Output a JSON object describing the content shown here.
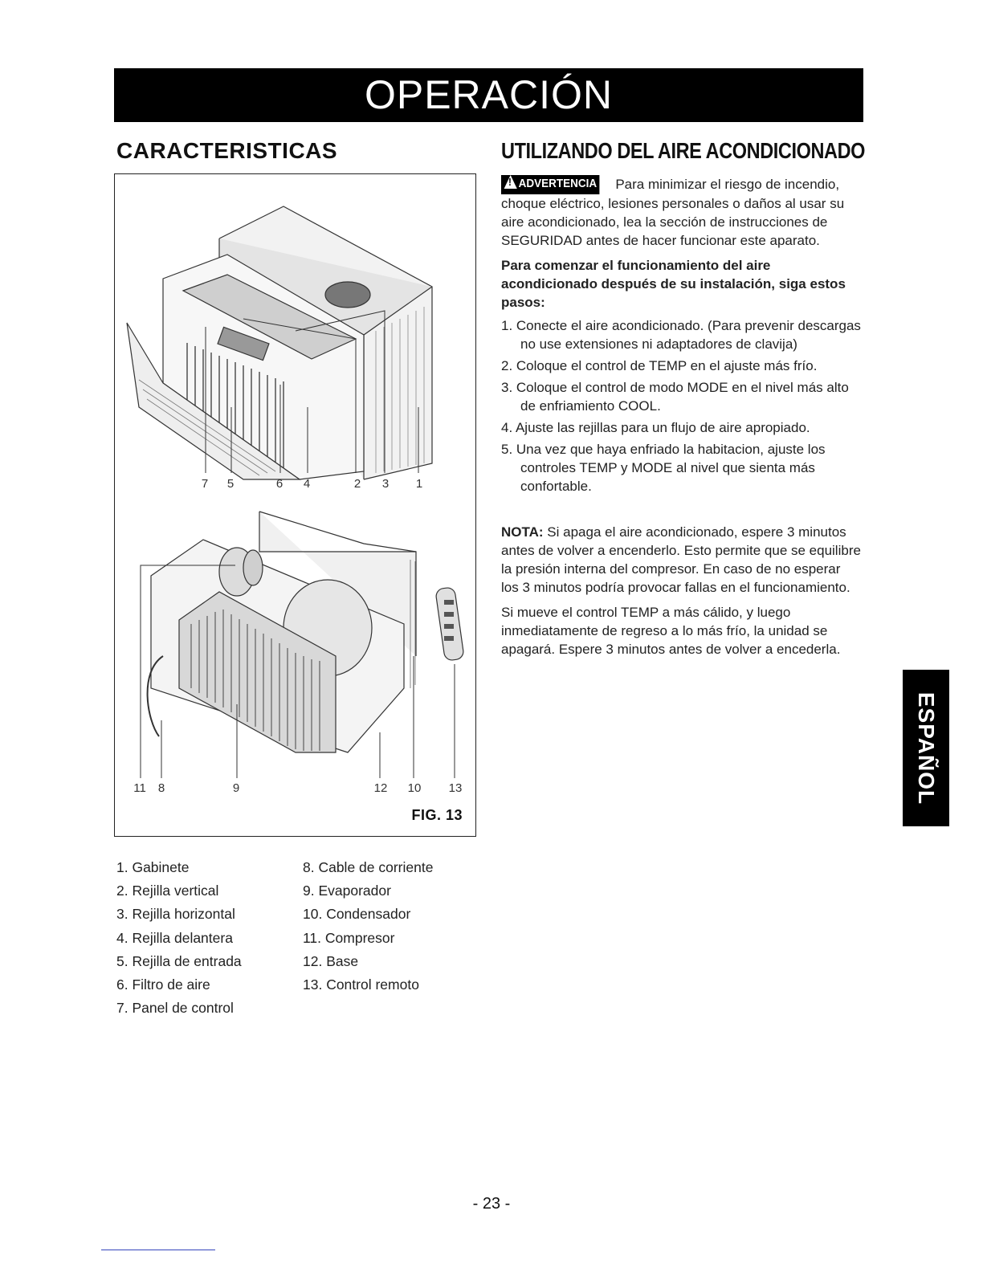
{
  "header": {
    "title": "OPERACIÓN"
  },
  "left": {
    "heading": "CARACTERISTICAS",
    "figure": {
      "top_callouts": [
        "7",
        "5",
        "6",
        "4",
        "2",
        "3",
        "1"
      ],
      "bottom_callouts": [
        "11",
        "8",
        "9",
        "12",
        "10",
        "13"
      ],
      "label": "FIG. 13"
    },
    "parts_col1": [
      "1. Gabinete",
      "2. Rejilla vertical",
      "3. Rejilla horizontal",
      "4. Rejilla delantera",
      "5. Rejilla de entrada",
      "6. Filtro de aire",
      "7. Panel de control"
    ],
    "parts_col2": [
      "8. Cable de corriente",
      "9. Evaporador",
      "10. Condensador",
      "11. Compresor",
      "12. Base",
      "13. Control remoto"
    ]
  },
  "right": {
    "heading": "UTILIZANDO DEL AIRE ACONDICIONADO",
    "warning_badge": "ADVERTENCIA",
    "warning_symbol": "!",
    "warning_text": "Para minimizar el riesgo de incendio, choque eléctrico, lesiones personales o daños al usar su aire acondicionado, lea la sección de instrucciones de SEGURIDAD antes de hacer funcionar este aparato.",
    "intro_bold": "Para comenzar el funcionamiento del aire acondicionado después de su instalación, siga estos pasos:",
    "steps": [
      "1. Conecte el aire acondicionado. (Para prevenir descargas no use extensiones ni adaptadores de clavija)",
      "2. Coloque el control de TEMP en el ajuste más frío.",
      "3. Coloque el control de modo MODE en el nivel más alto de enfriamiento COOL.",
      "4. Ajuste las rejillas para un flujo de aire apropiado.",
      "5. Una vez que haya enfriado la habitacion, ajuste los controles TEMP y MODE al nivel que sienta más confortable."
    ],
    "nota_label": "NOTA:",
    "nota_text": "Si apaga el aire acondicionado, espere 3 minutos antes de volver a encenderlo. Esto permite que se equilibre la presión interna del compresor. En caso de no esperar los 3 minutos podría provocar fallas en el funcionamiento.",
    "tail_text": "Si mueve el control TEMP a más cálido, y luego inmediatamente de regreso a lo más frío, la unidad se apagará. Espere 3 minutos antes de volver a encederla."
  },
  "side_tab": {
    "label": "ESPAÑOL"
  },
  "footer": {
    "page_number": "- 23 -"
  }
}
